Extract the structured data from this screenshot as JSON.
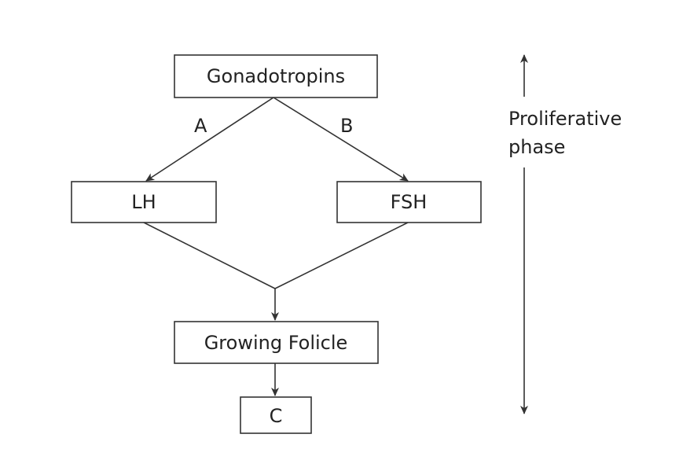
{
  "nodes": {
    "gonadotropins": "Gonadotropins",
    "lh": "LH",
    "fsh": "FSH",
    "growing_follicle": "Growing Folicle",
    "c": "C"
  },
  "edges": {
    "a": "A",
    "b": "B"
  },
  "phase": {
    "line1": "Proliferative",
    "line2": "phase"
  }
}
